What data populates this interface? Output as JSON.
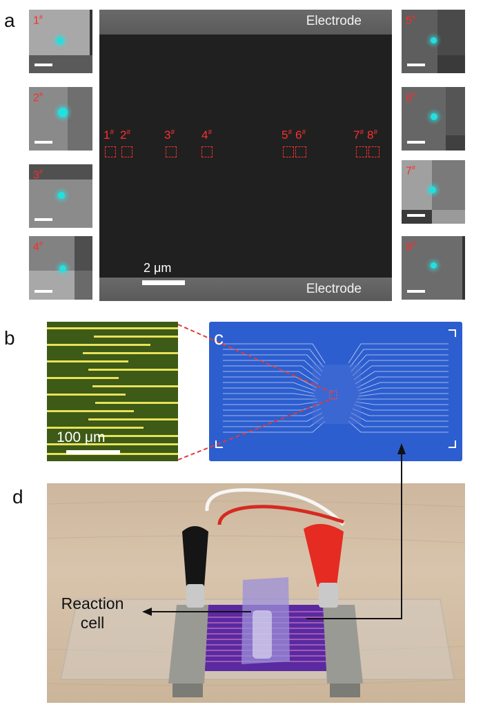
{
  "panels": {
    "a": "a",
    "b": "b",
    "c": "c",
    "d": "d"
  },
  "main_image": {
    "electrode_top": "Electrode",
    "electrode_bottom": "Electrode",
    "scale_label": "2 μm",
    "spots": [
      {
        "n": "1",
        "s": "#"
      },
      {
        "n": "2",
        "s": "#"
      },
      {
        "n": "3",
        "s": "#"
      },
      {
        "n": "4",
        "s": "#"
      },
      {
        "n": "5",
        "s": "#"
      },
      {
        "n": "6",
        "s": "#"
      },
      {
        "n": "7",
        "s": "#"
      },
      {
        "n": "8",
        "s": "#"
      }
    ]
  },
  "thumbnails": [
    {
      "n": "1",
      "s": "#"
    },
    {
      "n": "2",
      "s": "#"
    },
    {
      "n": "3",
      "s": "#"
    },
    {
      "n": "4",
      "s": "#"
    },
    {
      "n": "5",
      "s": "#"
    },
    {
      "n": "6",
      "s": "#"
    },
    {
      "n": "7",
      "s": "#"
    },
    {
      "n": "8",
      "s": "#"
    }
  ],
  "micrograph": {
    "scale_label": "100 μm"
  },
  "photo": {
    "label_line1": "Reaction",
    "label_line2": "cell"
  },
  "colors": {
    "spot_label": "#ff3030",
    "fluorescence": "#22e0e0",
    "chip": "#2c5ecf",
    "electrode_gold": "#e8e25a",
    "clip_red": "#e52b22",
    "clip_black": "#151515"
  }
}
